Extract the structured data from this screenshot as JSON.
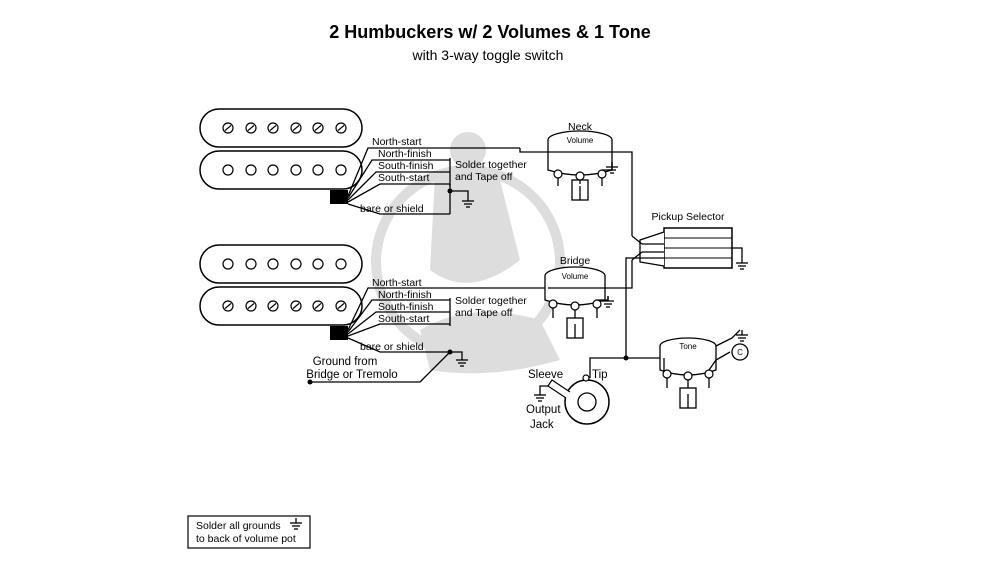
{
  "title": "2 Humbuckers w/ 2 Volumes & 1 Tone",
  "subtitle": "with 3-way toggle switch",
  "neck_pickup": {
    "wires": [
      "North-start",
      "North-finish",
      "South-finish",
      "South-start"
    ],
    "solder_note_line1": "Solder together",
    "solder_note_line2": "and Tape off",
    "shield_label": "bare or shield"
  },
  "bridge_pickup": {
    "wires": [
      "North-start",
      "North-finish",
      "South-finish",
      "South-start"
    ],
    "solder_note_line1": "Solder together",
    "solder_note_line2": "and Tape off",
    "shield_label": "bare or shield"
  },
  "ground_from_line1": "Ground from",
  "ground_from_line2": "Bridge or Tremolo",
  "neck_volume": {
    "caption": "Neck",
    "pot_label": "Volume"
  },
  "bridge_volume": {
    "caption": "Bridge",
    "pot_label": "Volume"
  },
  "tone_pot": {
    "pot_label": "Tone",
    "capacitor_label": "C"
  },
  "pickup_selector_label": "Pickup Selector",
  "output_jack": {
    "sleeve_label": "Sleeve",
    "tip_label": "Tip",
    "label_line1": "Output",
    "label_line2": "Jack"
  },
  "ground_note_line1": "Solder all grounds",
  "ground_note_line2": "to back of volume pot"
}
